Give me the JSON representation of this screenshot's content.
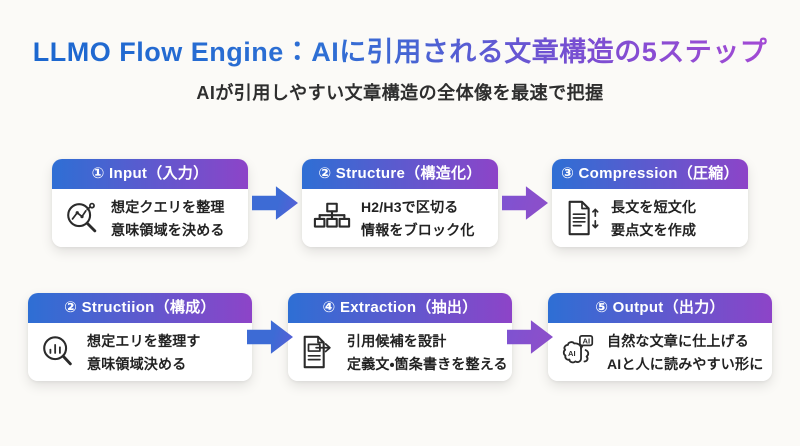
{
  "page": {
    "title": "LLMO Flow Engine：AIに引用される文章構造の5ステップ",
    "subtitle": "AIが引用しやすい文章構造の全体像を最速で把握"
  },
  "rows": [
    {
      "cards": [
        {
          "header": "① Input（入力）",
          "icon": "magnifier-chart-icon",
          "lines": [
            "想定クエリを整理",
            "意味領域を決める"
          ]
        },
        {
          "header": "② Structure（構造化）",
          "icon": "hierarchy-icon",
          "lines": [
            "H2/H3で区切る",
            "情報をブロック化"
          ]
        },
        {
          "header": "③ Compression（圧縮）",
          "icon": "document-compress-icon",
          "lines": [
            "長文を短文化",
            "要点文を作成"
          ]
        }
      ]
    },
    {
      "cards": [
        {
          "header": "② Structiion（構成）",
          "icon": "magnifier-bars-icon",
          "lines": [
            "想定エリを整理す",
            "意味領域決める"
          ]
        },
        {
          "header": "④ Extraction（抽出）",
          "icon": "document-extract-icon",
          "lines": [
            "引用候補を設計",
            "定義文・箇条書きを整える"
          ]
        },
        {
          "header": "⑤ Output（出力）",
          "icon": "brain-ai-icon",
          "lines": [
            "自然な文章に仕上げる",
            "AIと人に読みやすい形に"
          ]
        }
      ]
    }
  ],
  "icon_labels": {
    "ai": "AI"
  },
  "colors": {
    "background": "#fbfaf7",
    "header_gradient_start": "#2e6fd4",
    "header_gradient_end": "#8d44c8",
    "arrow_blue": "#3d6bd5",
    "arrow_purple": "#8a4fcb",
    "title_gradient_start": "#1c67cf",
    "title_gradient_end": "#a24ad4",
    "body_text": "#222222"
  }
}
